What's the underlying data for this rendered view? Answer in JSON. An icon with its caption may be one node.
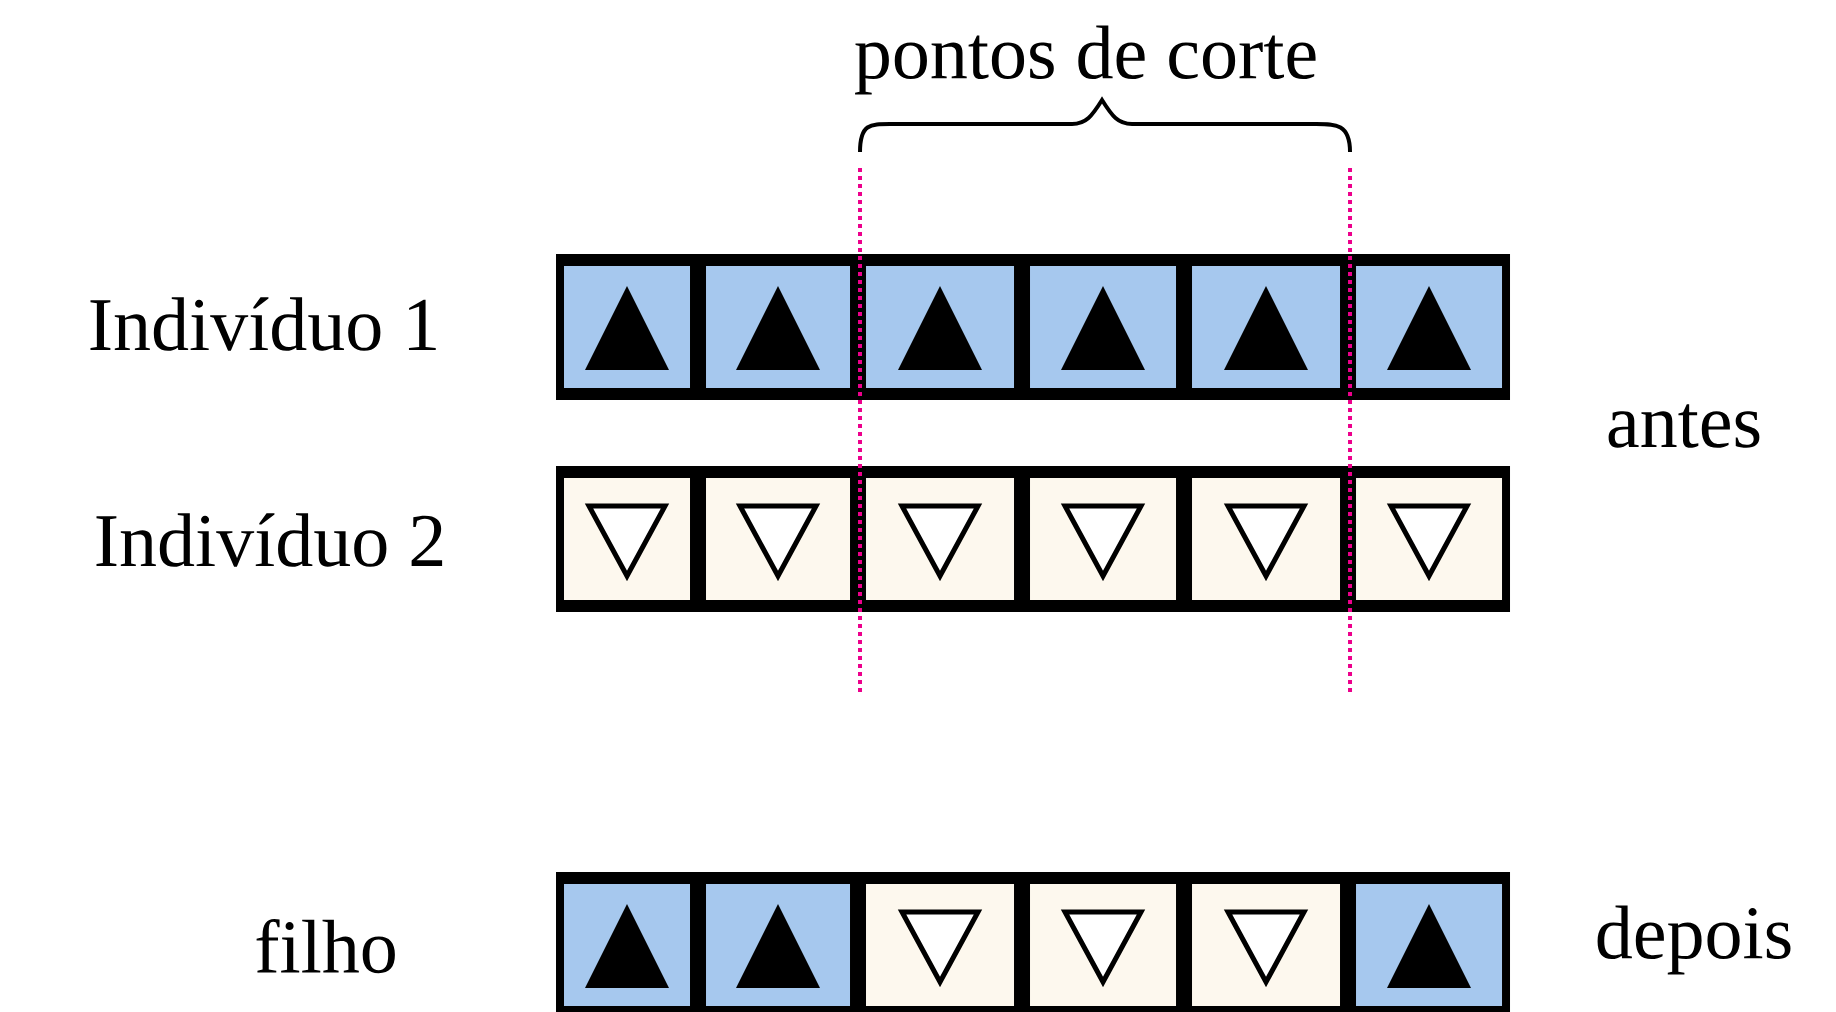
{
  "diagram": {
    "labels": [
      "pontos de corte",
      "Indivíduo 1",
      "antes",
      "Indivíduo 2",
      "filho",
      "depois"
    ]
  }
}
